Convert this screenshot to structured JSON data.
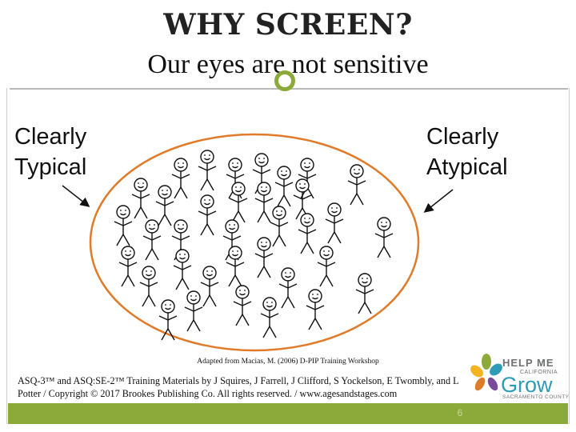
{
  "slide": {
    "title": "WHY SCREEN?",
    "subtitle": "Our eyes are not sensitive",
    "left_label": "Clearly Typical",
    "right_label": "Clearly Atypical",
    "credit": "Adapted from Macias, M. (2006) D-PIP Training Workshop",
    "copyright": "ASQ-3™ and ASQ:SE-2™ Training Materials by J Squires, J Farrell, J Clifford, S Yockelson, E Twombly, and L Potter / Copyright © 2017 Brookes Publishing Co. All rights reserved. / www.agesandstages.com",
    "page_number": "6"
  },
  "logo": {
    "line1": "HELP ME",
    "line2": "CALIFORNIA",
    "line3": "Grow",
    "line4": "SACRAMENTO COUNTY"
  },
  "colors": {
    "accent_green": "#8caa3a",
    "ellipse_orange": "#e07b2a",
    "logo_blue": "#2e9bb7"
  }
}
